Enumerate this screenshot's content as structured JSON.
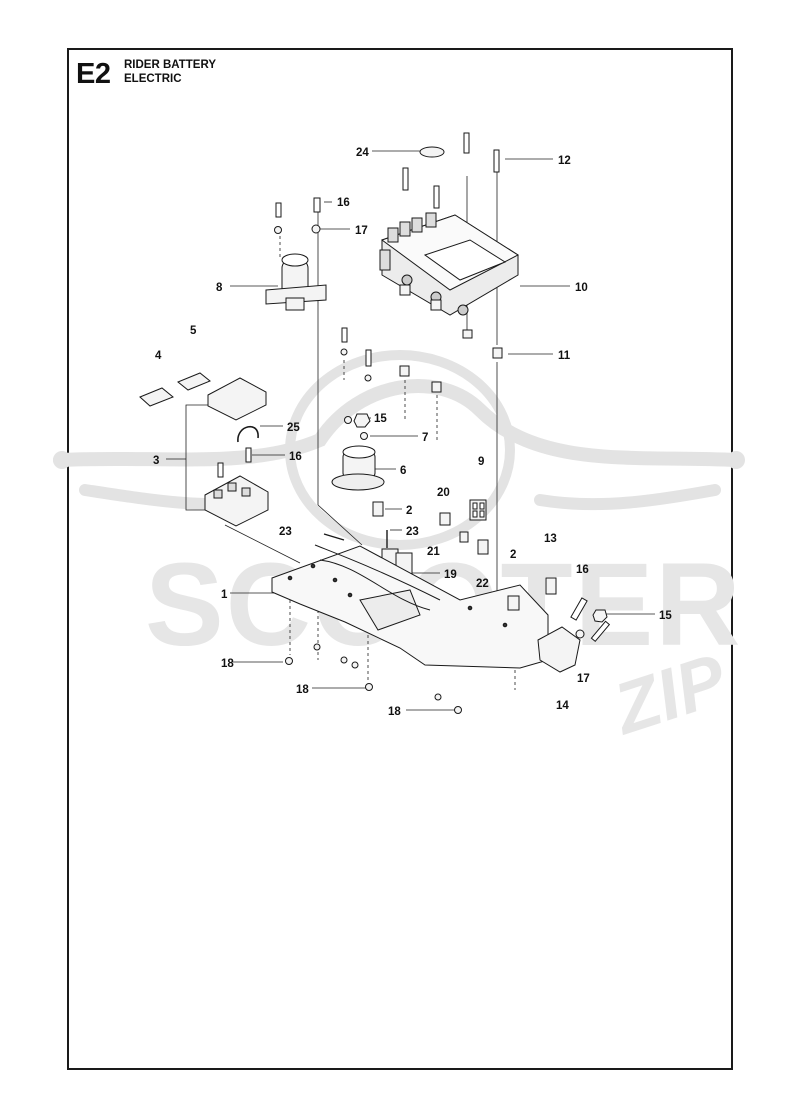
{
  "section": {
    "code": "E2",
    "title_line1": "RIDER BATTERY",
    "title_line2": "ELECTRIC"
  },
  "watermark": {
    "text": "SCOOTER",
    "text2": "ZIP",
    "color": "#e0e0e0"
  },
  "callouts": [
    {
      "id": "c1",
      "text": "1"
    },
    {
      "id": "c2a",
      "text": "2"
    },
    {
      "id": "c2b",
      "text": "2"
    },
    {
      "id": "c3",
      "text": "3"
    },
    {
      "id": "c4",
      "text": "4"
    },
    {
      "id": "c5",
      "text": "5"
    },
    {
      "id": "c6",
      "text": "6"
    },
    {
      "id": "c7",
      "text": "7"
    },
    {
      "id": "c8",
      "text": "8"
    },
    {
      "id": "c9",
      "text": "9"
    },
    {
      "id": "c10",
      "text": "10"
    },
    {
      "id": "c11",
      "text": "11"
    },
    {
      "id": "c12",
      "text": "12"
    },
    {
      "id": "c13",
      "text": "13"
    },
    {
      "id": "c14",
      "text": "14"
    },
    {
      "id": "c15a",
      "text": "15"
    },
    {
      "id": "c15b",
      "text": "15"
    },
    {
      "id": "c16a",
      "text": "16"
    },
    {
      "id": "c16b",
      "text": "16"
    },
    {
      "id": "c16c",
      "text": "16"
    },
    {
      "id": "c17a",
      "text": "17"
    },
    {
      "id": "c17b",
      "text": "17"
    },
    {
      "id": "c18a",
      "text": "18"
    },
    {
      "id": "c18b",
      "text": "18"
    },
    {
      "id": "c18c",
      "text": "18"
    },
    {
      "id": "c19",
      "text": "19"
    },
    {
      "id": "c20",
      "text": "20"
    },
    {
      "id": "c21",
      "text": "21"
    },
    {
      "id": "c22",
      "text": "22"
    },
    {
      "id": "c23a",
      "text": "23"
    },
    {
      "id": "c23b",
      "text": "23"
    },
    {
      "id": "c24",
      "text": "24"
    },
    {
      "id": "c25",
      "text": "25"
    }
  ]
}
